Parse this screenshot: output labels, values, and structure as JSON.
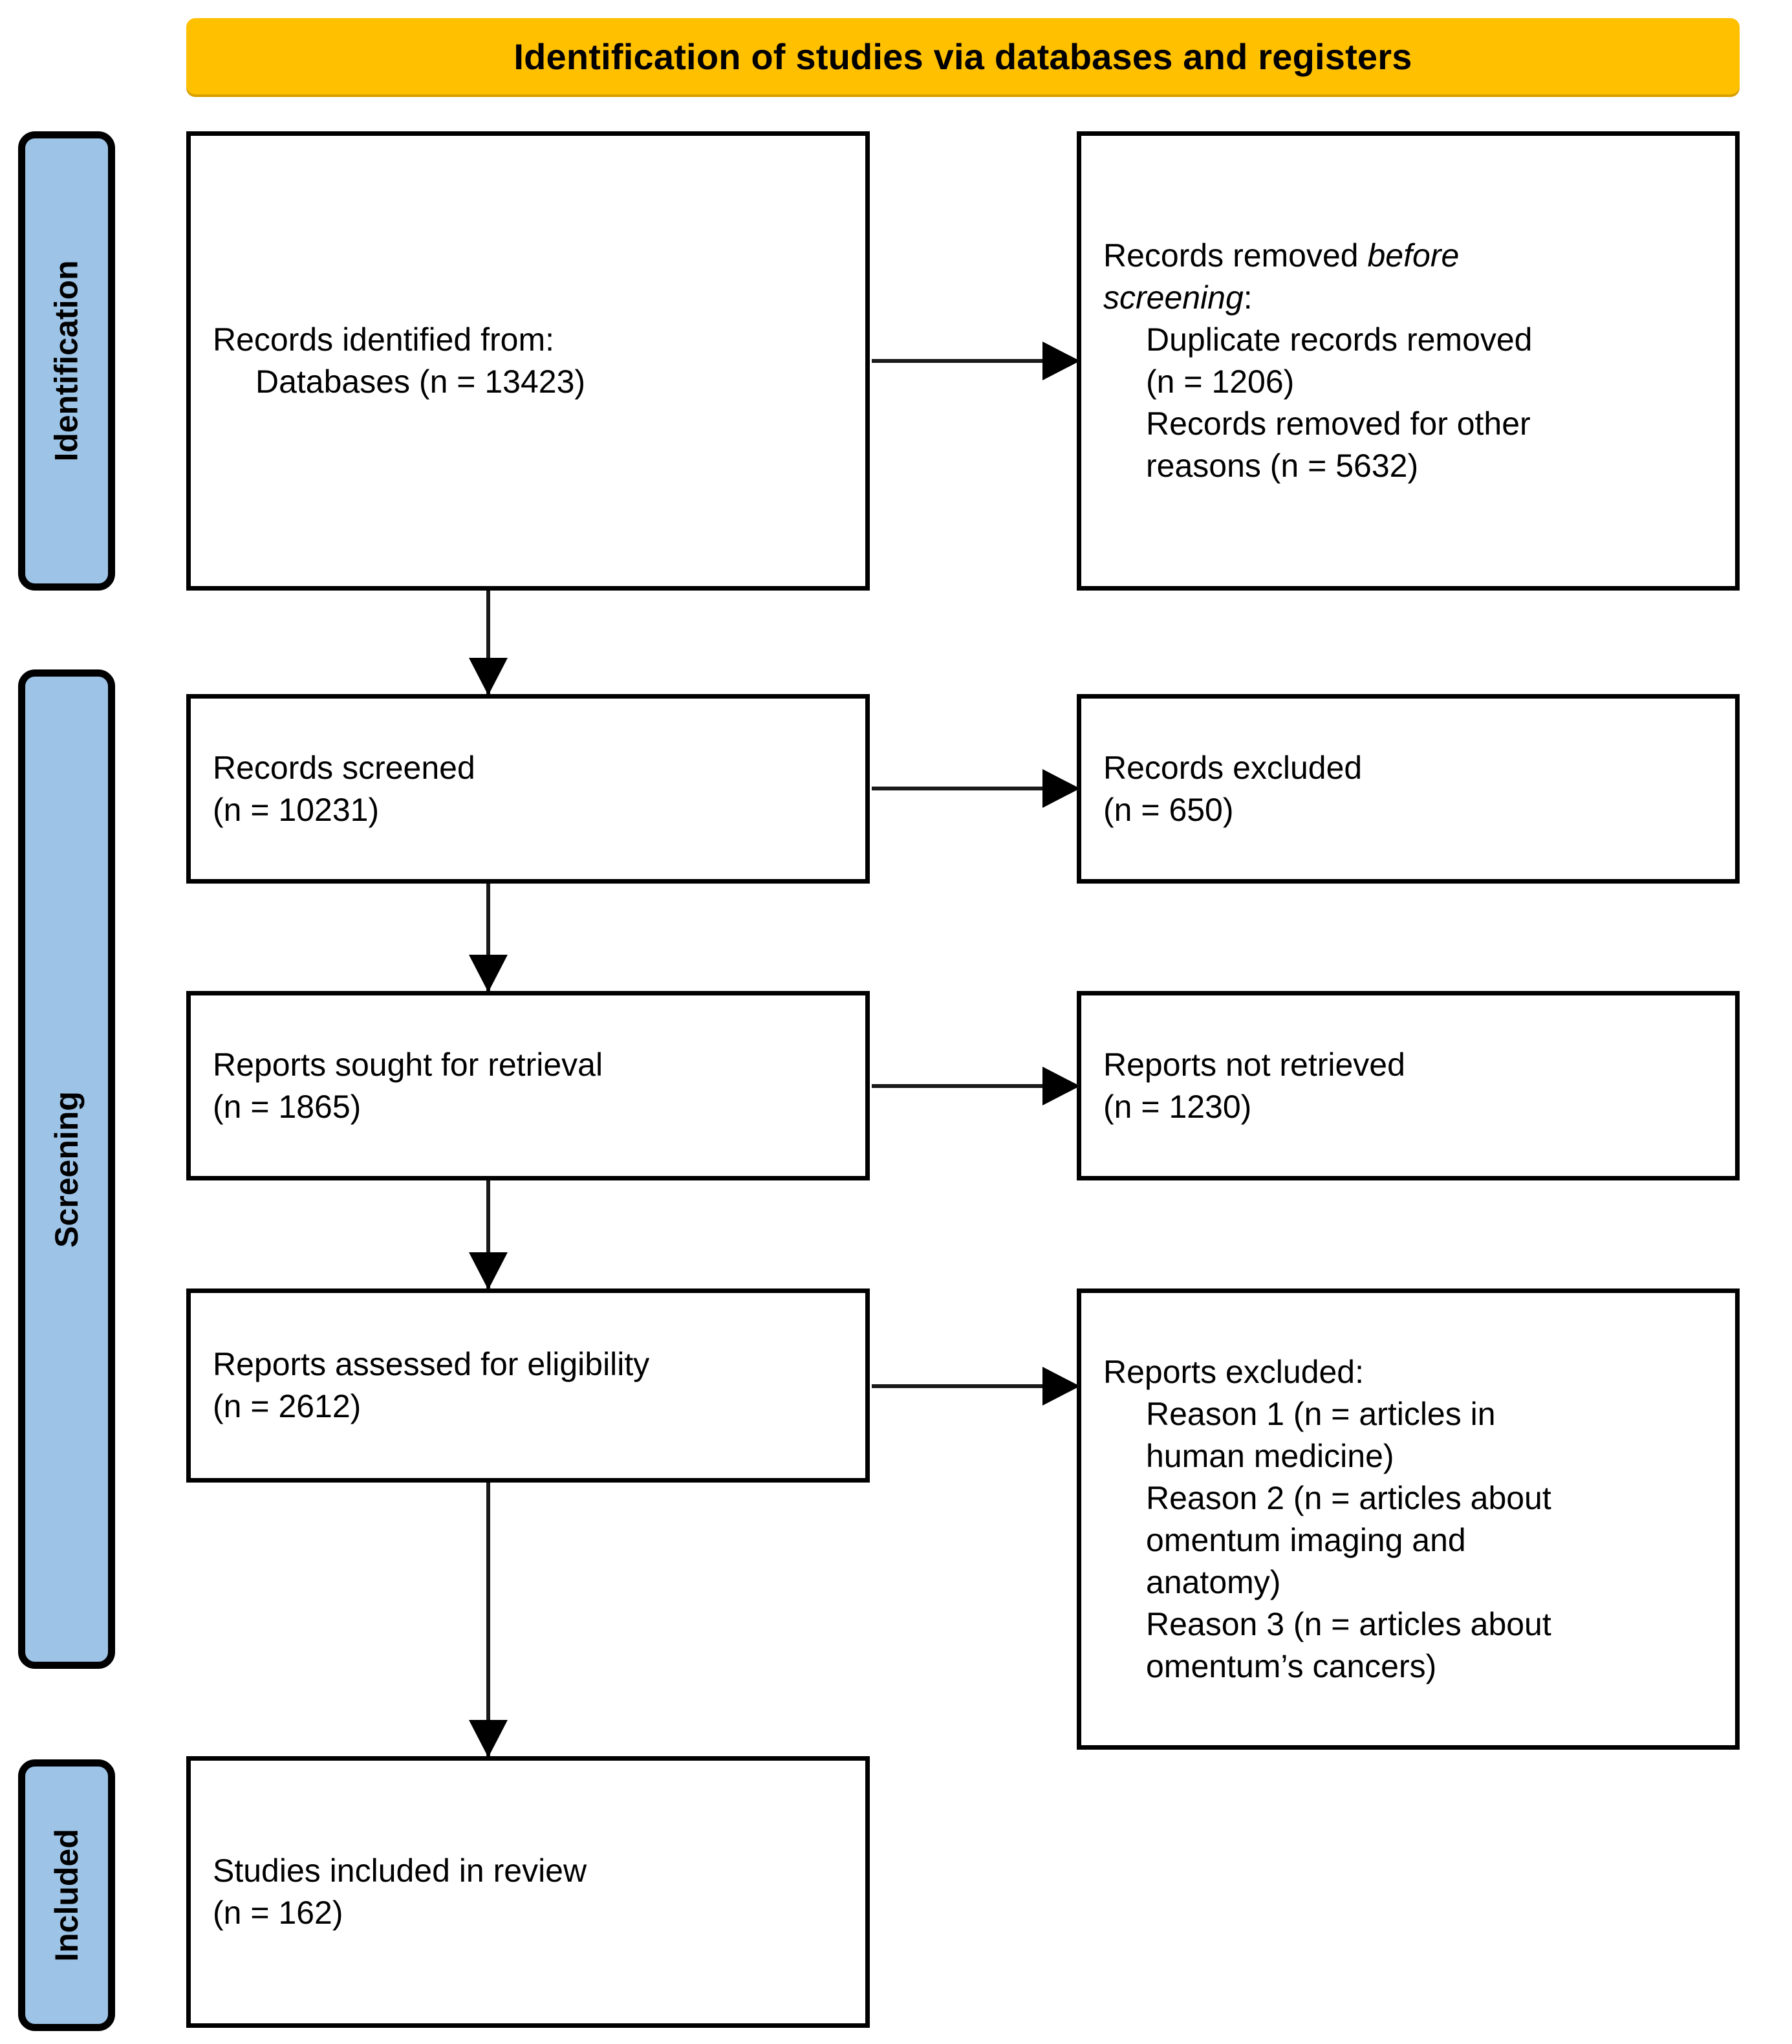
{
  "header": {
    "title": "Identification of studies via databases and registers",
    "bg_color": "#FFC000"
  },
  "stages": {
    "identification": "Identification",
    "screening": "Screening",
    "included": "Included",
    "bg_color": "#9DC3E6"
  },
  "boxes": {
    "identified": {
      "line1": "Records identified from:",
      "line2": "Databases (n = 13423)"
    },
    "removed_before_screening": {
      "line1_a": "Records removed ",
      "line1_b": "before",
      "line2_b": "screening",
      "line2_a": ":",
      "line3": "Duplicate records removed",
      "line4": "(n = 1206)",
      "line5": "Records removed for other",
      "line6": "reasons (n = 5632)"
    },
    "records_screened": {
      "line1": "Records screened",
      "line2": "(n = 10231)"
    },
    "records_excluded": {
      "line1": "Records excluded",
      "line2": "(n = 650)"
    },
    "reports_sought": {
      "line1": "Reports sought for retrieval",
      "line2": "(n = 1865)"
    },
    "reports_not_retrieved": {
      "line1": "Reports not retrieved",
      "line2": "(n = 1230)"
    },
    "reports_assessed": {
      "line1": "Reports assessed for eligibility",
      "line2": "(n = 2612)"
    },
    "reports_excluded": {
      "line1": "Reports excluded:",
      "line2": "Reason 1 (n = articles in",
      "line3": "human medicine)",
      "line4": "Reason 2 (n = articles about",
      "line5": "omentum imaging and",
      "line6": "anatomy)",
      "line7": "Reason 3 (n = articles about",
      "line8": "omentum’s cancers)"
    },
    "studies_included": {
      "line1": "Studies included in review",
      "line2": "(n = 162)"
    }
  },
  "chart_data": {
    "type": "diagram",
    "title": "Identification of studies via databases and registers",
    "nodes": [
      {
        "id": "identified",
        "stage": "Identification",
        "label": "Records identified from: Databases",
        "n": 13423
      },
      {
        "id": "removed_duplicates",
        "stage": "Identification",
        "label": "Duplicate records removed",
        "n": 1206
      },
      {
        "id": "removed_other",
        "stage": "Identification",
        "label": "Records removed for other reasons",
        "n": 5632
      },
      {
        "id": "screened",
        "stage": "Screening",
        "label": "Records screened",
        "n": 10231
      },
      {
        "id": "excluded_records",
        "stage": "Screening",
        "label": "Records excluded",
        "n": 650
      },
      {
        "id": "sought",
        "stage": "Screening",
        "label": "Reports sought for retrieval",
        "n": 1865
      },
      {
        "id": "not_retrieved",
        "stage": "Screening",
        "label": "Reports not retrieved",
        "n": 1230
      },
      {
        "id": "assessed",
        "stage": "Screening",
        "label": "Reports assessed for eligibility",
        "n": 2612
      },
      {
        "id": "excluded_reason1",
        "stage": "Screening",
        "label": "Reason 1 (articles in human medicine)",
        "n": null
      },
      {
        "id": "excluded_reason2",
        "stage": "Screening",
        "label": "Reason 2 (articles about omentum imaging and anatomy)",
        "n": null
      },
      {
        "id": "excluded_reason3",
        "stage": "Screening",
        "label": "Reason 3 (articles about omentum’s cancers)",
        "n": null
      },
      {
        "id": "included",
        "stage": "Included",
        "label": "Studies included in review",
        "n": 162
      }
    ],
    "edges": [
      {
        "from": "identified",
        "to": "removed_duplicates",
        "direction": "right"
      },
      {
        "from": "identified",
        "to": "screened",
        "direction": "down"
      },
      {
        "from": "screened",
        "to": "excluded_records",
        "direction": "right"
      },
      {
        "from": "screened",
        "to": "sought",
        "direction": "down"
      },
      {
        "from": "sought",
        "to": "not_retrieved",
        "direction": "right"
      },
      {
        "from": "sought",
        "to": "assessed",
        "direction": "down"
      },
      {
        "from": "assessed",
        "to": "excluded_reason1",
        "direction": "right"
      },
      {
        "from": "assessed",
        "to": "included",
        "direction": "down"
      }
    ]
  }
}
